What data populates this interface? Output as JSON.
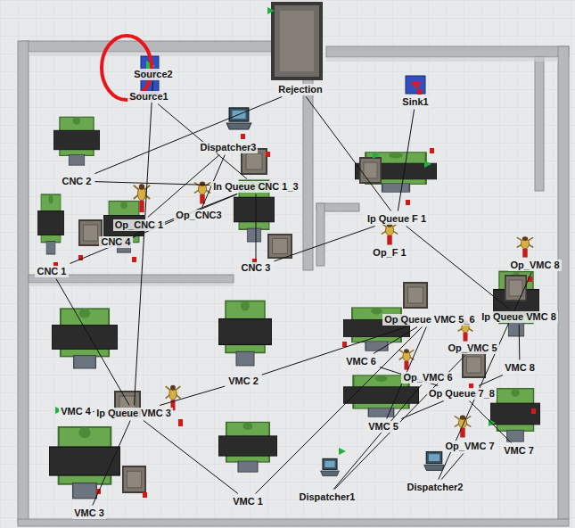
{
  "diagram": {
    "nodes": [
      {
        "text": [
          "Rejection"
        ]
      },
      {
        "text": [
          "Source2"
        ]
      },
      {
        "text": [
          "Source1"
        ]
      },
      {
        "text": [
          "Sink1"
        ]
      },
      {
        "text": [
          "Dispatcher3"
        ]
      },
      {
        "text": [
          "CNC 2"
        ]
      },
      {
        "text": [
          "In Queue CNC 1_3"
        ]
      },
      {
        "text": [
          "Op_CNC3"
        ]
      },
      {
        "text": [
          "Ip Queue F 1"
        ]
      },
      {
        "text": [
          "Op_CNC 1"
        ]
      },
      {
        "text": [
          "CNC 4"
        ]
      },
      {
        "text": [
          "Op_F 1"
        ]
      },
      {
        "text": [
          "Op_VMC 8"
        ]
      },
      {
        "text": [
          "CNC 3"
        ]
      },
      {
        "text": [
          "CNC 1"
        ]
      },
      {
        "text": [
          "Ip Queue VMC 8"
        ]
      },
      {
        "text": [
          "Op Queue VMC 5_6"
        ]
      },
      {
        "text": [
          "Op_VMC 5"
        ]
      },
      {
        "text": [
          "VMC 6"
        ]
      },
      {
        "text": [
          "VMC 8"
        ]
      },
      {
        "text": [
          "Op_VMC 6"
        ]
      },
      {
        "text": [
          "VMC 2"
        ]
      },
      {
        "text": [
          "Op Queue 7_8"
        ]
      },
      {
        "text": [
          "VMC 4"
        ]
      },
      {
        "text": [
          "Ip Queue VMC 3"
        ]
      },
      {
        "text": [
          "VMC 5"
        ]
      },
      {
        "text": [
          "Op_VMC 7"
        ]
      },
      {
        "text": [
          "VMC 7"
        ]
      },
      {
        "text": [
          "Dispatcher2"
        ]
      },
      {
        "text": [
          "Dispatcher1"
        ]
      },
      {
        "text": [
          "VMC 1"
        ]
      },
      {
        "text": [
          "VMC 3"
        ]
      }
    ],
    "edges": [
      {
        "from": 2,
        "to": 6,
        "arrow": "none"
      },
      {
        "from": 1,
        "to": 24,
        "arrow": "none"
      },
      {
        "from": 6,
        "to": 14,
        "arrow": "none"
      },
      {
        "from": 6,
        "to": 5,
        "arrow": "none"
      },
      {
        "from": 6,
        "to": 13,
        "arrow": "none"
      },
      {
        "from": 6,
        "to": 10,
        "arrow": "none"
      },
      {
        "from": 4,
        "to": 9,
        "arrow": "none"
      },
      {
        "from": 4,
        "to": 7,
        "arrow": "none"
      },
      {
        "from": 14,
        "to": 24,
        "arrow": "none"
      },
      {
        "from": 13,
        "to": 8,
        "arrow": "none"
      },
      {
        "from": 5,
        "to": 0,
        "arrow": "none"
      },
      {
        "from": 24,
        "to": 31,
        "arrow": "none"
      },
      {
        "from": 24,
        "to": 23,
        "arrow": "none"
      },
      {
        "from": 24,
        "to": 30,
        "arrow": "none"
      },
      {
        "from": 24,
        "to": 21,
        "arrow": "none"
      },
      {
        "from": 30,
        "to": 16,
        "arrow": "none"
      },
      {
        "from": 21,
        "to": 16,
        "arrow": "none"
      },
      {
        "from": 16,
        "to": 25,
        "arrow": "none"
      },
      {
        "from": 16,
        "to": 18,
        "arrow": "none"
      },
      {
        "from": 25,
        "to": 22,
        "arrow": "none"
      },
      {
        "from": 18,
        "to": 22,
        "arrow": "none"
      },
      {
        "from": 22,
        "to": 27,
        "arrow": "none"
      },
      {
        "from": 22,
        "to": 19,
        "arrow": "none"
      },
      {
        "from": 19,
        "to": 15,
        "arrow": "none"
      },
      {
        "from": 15,
        "to": 8,
        "arrow": "none"
      },
      {
        "from": 8,
        "to": 3,
        "arrow": "none"
      },
      {
        "from": 8,
        "to": 0,
        "arrow": "none"
      },
      {
        "from": 29,
        "to": 17,
        "arrow": "none"
      },
      {
        "from": 29,
        "to": 20,
        "arrow": "none"
      },
      {
        "from": 28,
        "to": 26,
        "arrow": "none"
      },
      {
        "from": 28,
        "to": 12,
        "arrow": "none"
      }
    ]
  }
}
